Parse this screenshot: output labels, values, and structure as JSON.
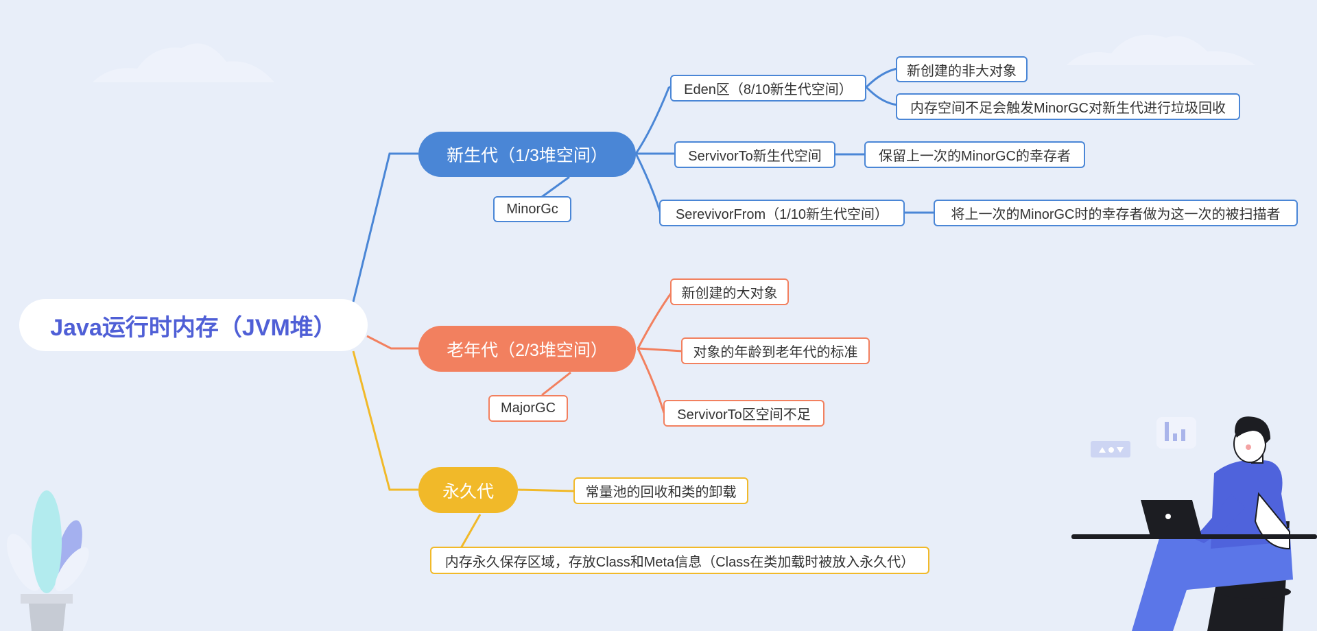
{
  "mindmap": {
    "root": {
      "label": "Java运行时内存（JVM堆）"
    },
    "young": {
      "label": "新生代（1/3堆空间）",
      "gc": "MinorGc",
      "eden": {
        "label": "Eden区（8/10新生代空间）",
        "notes": [
          "新创建的非大对象",
          "内存空间不足会触发MinorGC对新生代进行垃圾回收"
        ]
      },
      "to": {
        "label": "ServivorTo新生代空间",
        "notes": [
          "保留上一次的MinorGC的幸存者"
        ]
      },
      "from": {
        "label": "SerevivorFrom（1/10新生代空间）",
        "notes": [
          "将上一次的MinorGC时的幸存者做为这一次的被扫描者"
        ]
      }
    },
    "old": {
      "label": "老年代（2/3堆空间）",
      "gc": "MajorGC",
      "items": [
        "新创建的大对象",
        "对象的年龄到老年代的标准",
        "ServivorTo区空间不足"
      ]
    },
    "perm": {
      "label": "永久代",
      "items": [
        "常量池的回收和类的卸载",
        "内存永久保存区域，存放Class和Meta信息（Class在类加载时被放入永久代）"
      ]
    }
  },
  "colors": {
    "background": "#e8eef9",
    "root_text": "#4f5fd6",
    "young": "#4a86d6",
    "old": "#f2805f",
    "perm": "#f1b929"
  },
  "decorations": [
    "cloud-shape",
    "plant-illustration",
    "person-at-laptop-illustration",
    "chart-icon",
    "toolbar-icon"
  ]
}
